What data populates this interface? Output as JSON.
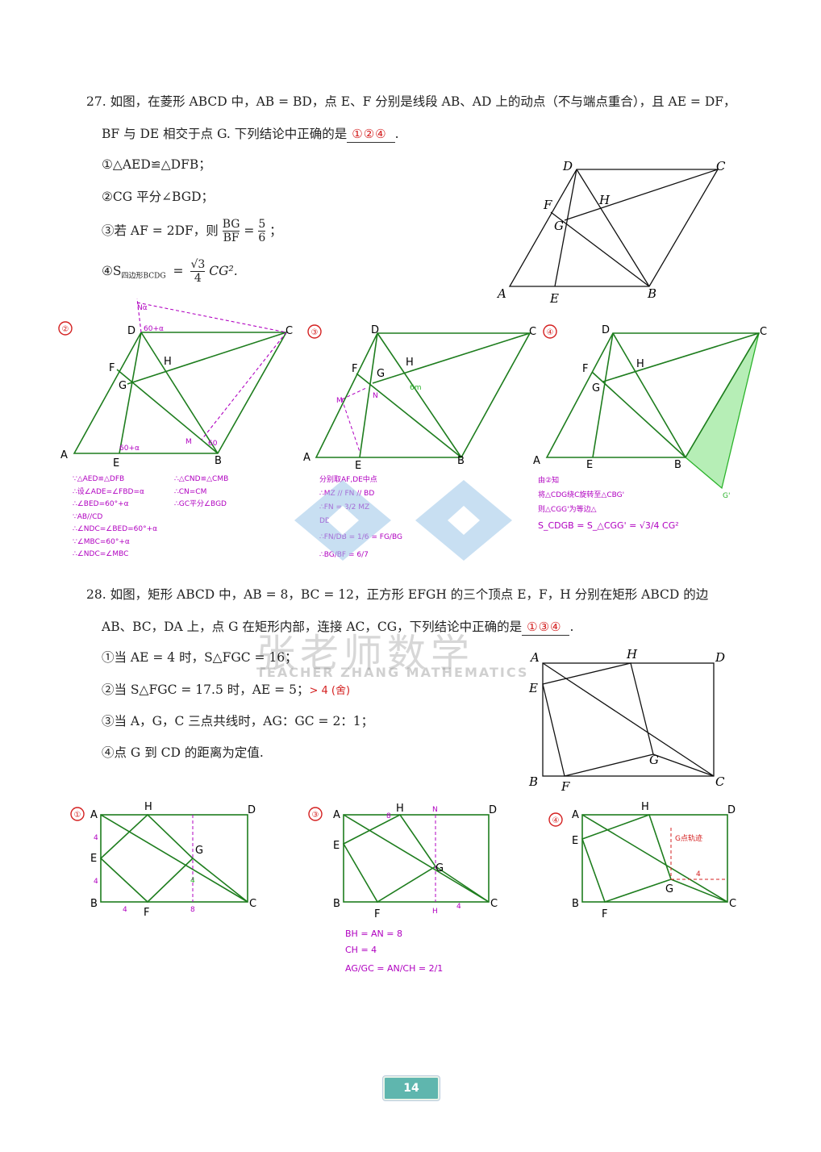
{
  "q27": {
    "line1": "27. 如图，在菱形 ABCD 中，AB = BD，点 E、F 分别是线段 AB、AD 上的动点（不与端点重合），且 AE = DF，",
    "line2_pre": "BF 与 DE 相交于点 G. 下列结论中正确的是",
    "answer": "①②④",
    "opt1": "①△AED≌△DFB；",
    "opt2": "②CG 平分∠BGD；",
    "opt3_pre": "③若 AF = 2DF，则",
    "opt3_frac_num": "BG",
    "opt3_frac_den": "BF",
    "opt3_eq": "=",
    "opt3_val_num": "5",
    "opt3_val_den": "6",
    "opt3_post": "；",
    "opt4_pre": "④S",
    "opt4_sub": "四边形BCDG",
    "opt4_eq": "=",
    "opt4_num": "√3",
    "opt4_den": "4",
    "opt4_post": "CG².",
    "labels": {
      "D": "D",
      "C": "C",
      "F": "F",
      "H": "H",
      "G": "G",
      "A": "A",
      "E": "E",
      "B": "B"
    }
  },
  "sol27": {
    "c2": "②",
    "c3": "③",
    "c4": "④",
    "n_alpha": "Nα",
    "ang60a": "60+α",
    "ang60a_b": "60+α",
    "m60": "M",
    "sixty": "60",
    "g2_notes_left": [
      "∵△AED≌△DFB",
      "∴设∠ADE=∠FBD=α",
      "∴∠BED=60°+α",
      "∵AB//CD",
      "∴∠NDC=∠BED=60°+α",
      "∵∠MBC=60°+α",
      "∴∠NDC=∠MBC"
    ],
    "g2_notes_right": [
      "∴△CND≌△CMB",
      "∴CN=CM",
      "∴GC平分∠BGD"
    ],
    "g3_notes": [
      "分别取AF,DE中点",
      "∴MZ // FN // BD",
      "∴FN = 3/2 MZ",
      "DB = 3MZ",
      "∴FN/DB = 1/6 = FG/BG",
      "∴BG/BF = 6/7"
    ],
    "g3_6m": "6m",
    "g3_M": "M",
    "g3_N": "N",
    "g4_notes": [
      "由②知",
      "将△CDG绕C旋转至△CBG'",
      "则△CGG'为等边△",
      "S_CDGB = S_△CGG' = √3/4 CG²"
    ],
    "g4_Gp": "G'"
  },
  "q28": {
    "line1": "28. 如图，矩形 ABCD 中，AB = 8，BC = 12，正方形 EFGH 的三个顶点 E，F，H 分别在矩形 ABCD 的边",
    "line2_pre": "AB、BC，DA 上，点 G 在矩形内部，连接 AC，CG，下列结论中正确的是",
    "answer": "①③④",
    "opt1": "①当 AE = 4 时，S△FGC = 16；",
    "opt2": "②当 S△FGC = 17.5 时，AE = 5；",
    "opt2_note": "> 4 (舍)",
    "opt3": "③当 A，G，C 三点共线时，AG：GC = 2：1；",
    "opt4": "④点 G 到 CD 的距离为定值.",
    "labels": {
      "A": "A",
      "H": "H",
      "D": "D",
      "E": "E",
      "G": "G",
      "B": "B",
      "F": "F",
      "C": "C"
    }
  },
  "sol28": {
    "c1": "①",
    "c3": "③",
    "c4": "④",
    "four": "4",
    "eight": "8",
    "g3_N": "N",
    "g3_H": "H",
    "g3_8": "8",
    "g3_4": "4",
    "g3_notes": [
      "BH = AN = 8",
      "CH = 4",
      "AG/GC = AN/CH = 2/1"
    ],
    "g4_track": "G点轨迹",
    "g4_4": "4"
  },
  "watermark": {
    "cn": "张老师数学",
    "en": "TEACHER ZHANG MATHEMATICS"
  },
  "page_number": "14",
  "colors": {
    "green": "#1e7d1e",
    "purple": "#b000c0",
    "red": "#d42020",
    "watermark_blue": "#9ac4e8"
  }
}
